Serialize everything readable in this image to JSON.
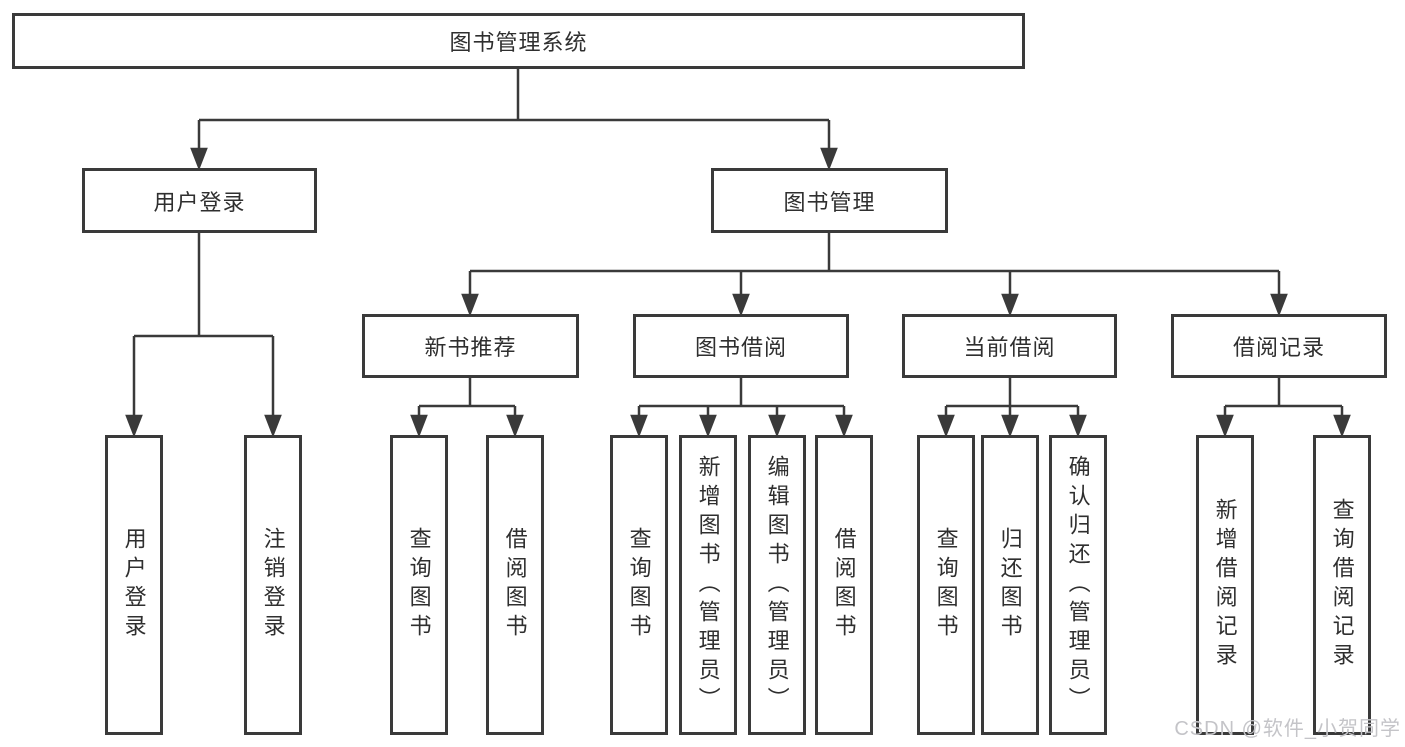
{
  "tree": {
    "root": {
      "label": "图书管理系统"
    },
    "branches": [
      {
        "label": "用户登录",
        "children": [
          {
            "label": "用户登录"
          },
          {
            "label": "注销登录"
          }
        ]
      },
      {
        "label": "图书管理",
        "children": [
          {
            "label": "新书推荐",
            "children": [
              {
                "label": "查询图书"
              },
              {
                "label": "借阅图书"
              }
            ]
          },
          {
            "label": "图书借阅",
            "children": [
              {
                "label": "查询图书"
              },
              {
                "label": "新增图书（管理员）"
              },
              {
                "label": "编辑图书（管理员）"
              },
              {
                "label": "借阅图书"
              }
            ]
          },
          {
            "label": "当前借阅",
            "children": [
              {
                "label": "查询图书"
              },
              {
                "label": "归还图书"
              },
              {
                "label": "确认归还（管理员）"
              }
            ]
          },
          {
            "label": "借阅记录",
            "children": [
              {
                "label": "新增借阅记录"
              },
              {
                "label": "查询借阅记录"
              }
            ]
          }
        ]
      }
    ]
  },
  "watermark": {
    "text": "CSDN @软件_小贺同学"
  },
  "colors": {
    "line": "#3a3a3a",
    "box_border": "#3a3a3a",
    "text": "#2f2f2f",
    "background": "#ffffff",
    "watermark": "#c4c4c8"
  }
}
